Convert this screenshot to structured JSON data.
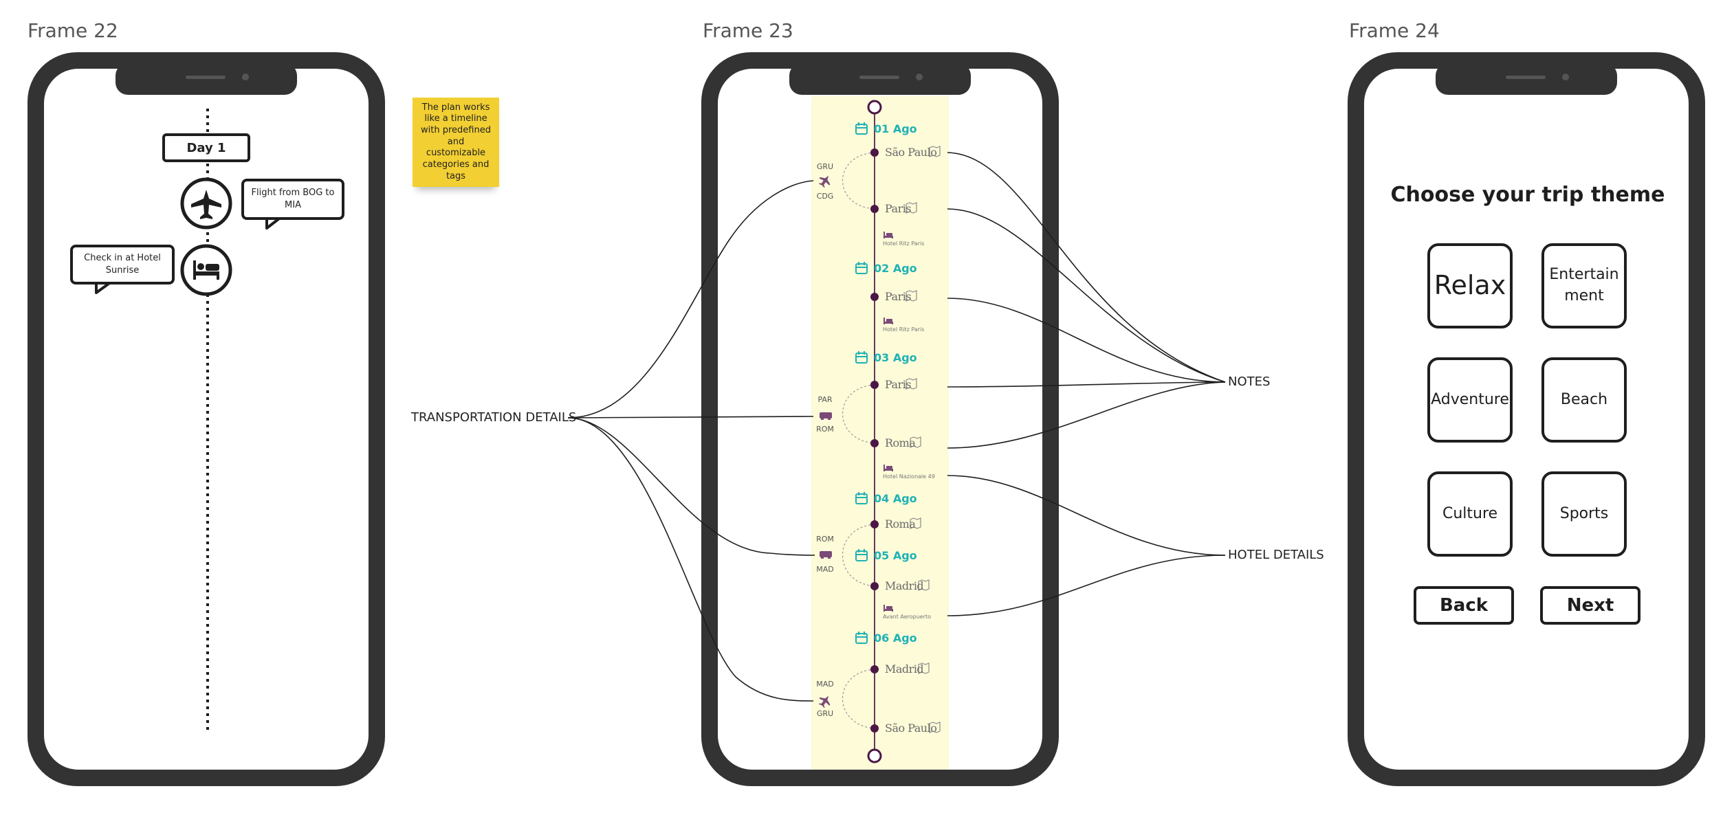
{
  "frames": [
    {
      "label": "Frame 22"
    },
    {
      "label": "Frame 23"
    },
    {
      "label": "Frame 24"
    }
  ],
  "sticky_note": {
    "text": "The plan works like a timeline with predefined and customizable categories and tags",
    "color": "#f2cf32"
  },
  "frame22": {
    "day_label": "Day 1",
    "flight_note": "Flight from BOG to MIA",
    "hotel_note": "Check in at Hotel Sunrise",
    "icons": [
      "airplane-icon",
      "bed-icon"
    ]
  },
  "frame23": {
    "background": "#fdfbd8",
    "accent": "#1fb2b5",
    "node_color": "#4a1747",
    "dates": [
      {
        "text": "01 Ago"
      },
      {
        "text": "02 Ago"
      },
      {
        "text": "03 Ago"
      },
      {
        "text": "04 Ago"
      },
      {
        "text": "05 Ago"
      },
      {
        "text": "06 Ago"
      }
    ],
    "cities": [
      {
        "text": "São Paulo"
      },
      {
        "text": "Paris"
      },
      {
        "text": "Paris"
      },
      {
        "text": "Paris"
      },
      {
        "text": "Roma"
      },
      {
        "text": "Roma"
      },
      {
        "text": "Madrid"
      },
      {
        "text": "Madrid"
      },
      {
        "text": "São Paulo"
      }
    ],
    "hotels": [
      {
        "text": "Hotel Ritz Paris"
      },
      {
        "text": "Hotel Ritz Paris"
      },
      {
        "text": "Hotel Nazionale 49"
      },
      {
        "text": "Avant Aeropuerto"
      }
    ],
    "transports": [
      {
        "from": "GRU",
        "to": "CDG",
        "mode": "plane"
      },
      {
        "from": "PAR",
        "to": "ROM",
        "mode": "train"
      },
      {
        "from": "ROM",
        "to": "MAD",
        "mode": "train"
      },
      {
        "from": "MAD",
        "to": "GRU",
        "mode": "plane"
      }
    ]
  },
  "annotations": {
    "transportation": "TRANSPORTATION DETAILS",
    "notes": "NOTES",
    "hotel": "HOTEL DETAILS"
  },
  "frame24": {
    "title": "Choose your trip theme",
    "themes": [
      {
        "label": "Relax"
      },
      {
        "label": "Entertainment"
      },
      {
        "label": "Adventure"
      },
      {
        "label": "Beach"
      },
      {
        "label": "Culture"
      },
      {
        "label": "Sports"
      }
    ],
    "back_label": "Back",
    "next_label": "Next"
  }
}
